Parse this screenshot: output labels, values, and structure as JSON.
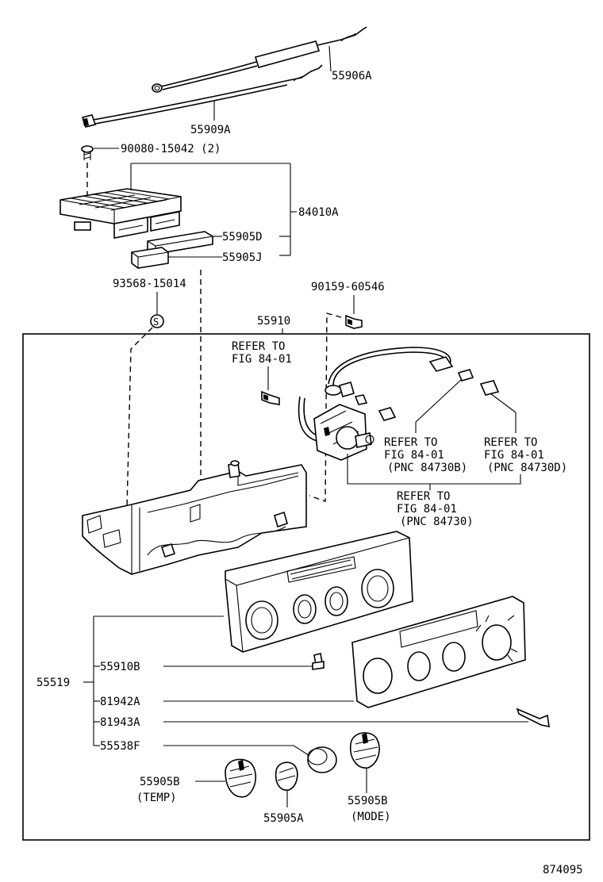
{
  "labels": {
    "p55906A": "55906A",
    "p55909A": "55909A",
    "p90080": "90080-15042 (2)",
    "p84010A": "84010A",
    "p55905D": "55905D",
    "p55905J": "55905J",
    "p93568": "93568-15014",
    "p90159": "90159-60546",
    "p55910": "55910",
    "ref1_l1": "REFER TO",
    "ref1_l2": "FIG 84-01",
    "ref2_l1": "REFER TO",
    "ref2_l2": "FIG 84-01",
    "ref2_l3": "(PNC 84730B)",
    "ref3_l1": "REFER TO",
    "ref3_l2": "FIG 84-01",
    "ref3_l3": "(PNC 84730D)",
    "ref4_l1": "REFER TO",
    "ref4_l2": "FIG 84-01",
    "ref4_l3": "(PNC 84730)",
    "p55519": "55519",
    "p55910B": "55910B",
    "p81942A": "81942A",
    "p81943A": "81943A",
    "p55538F": "55538F",
    "p55905B_temp": "55905B",
    "temp": "(TEMP)",
    "p55905A": "55905A",
    "p55905B_mode": "55905B",
    "mode": "(MODE)",
    "s_symbol": "S",
    "diagram_id": "874095"
  }
}
